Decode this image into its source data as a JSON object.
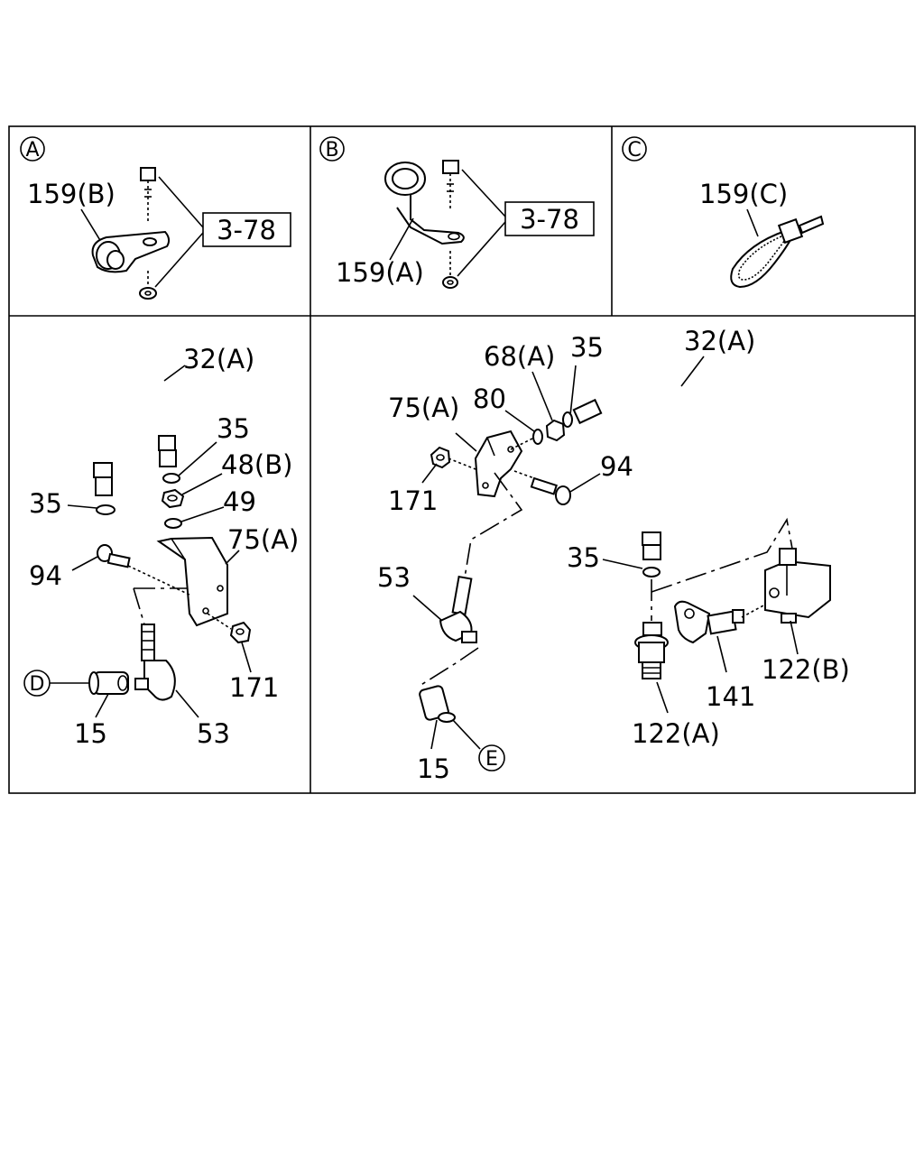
{
  "panels": {
    "a": {
      "marker": "A",
      "part_label": "159(B)",
      "ref_box": "3-78"
    },
    "b": {
      "marker": "B",
      "part_label": "159(A)",
      "ref_box": "3-78"
    },
    "c": {
      "marker": "C",
      "part_label": "159(C)"
    },
    "left": {
      "labels": {
        "hose": "32(A)",
        "washer_top": "35",
        "nut_48b": "48(B)",
        "washer_49": "49",
        "washer_left": "35",
        "bracket": "75(A)",
        "bolt": "94",
        "nut_171": "171",
        "fitting": "53",
        "cap": "15"
      },
      "marker": "D"
    },
    "right": {
      "labels": {
        "hose": "32(A)",
        "nut_68a": "68(A)",
        "washer_top": "35",
        "bracket": "75(A)",
        "washer_80": "80",
        "nut_171": "171",
        "bolt": "94",
        "fitting": "53",
        "washer_mid": "35",
        "cap": "15",
        "valve": "141",
        "union_a": "122(A)",
        "union_b": "122(B)"
      },
      "marker": "E"
    }
  }
}
